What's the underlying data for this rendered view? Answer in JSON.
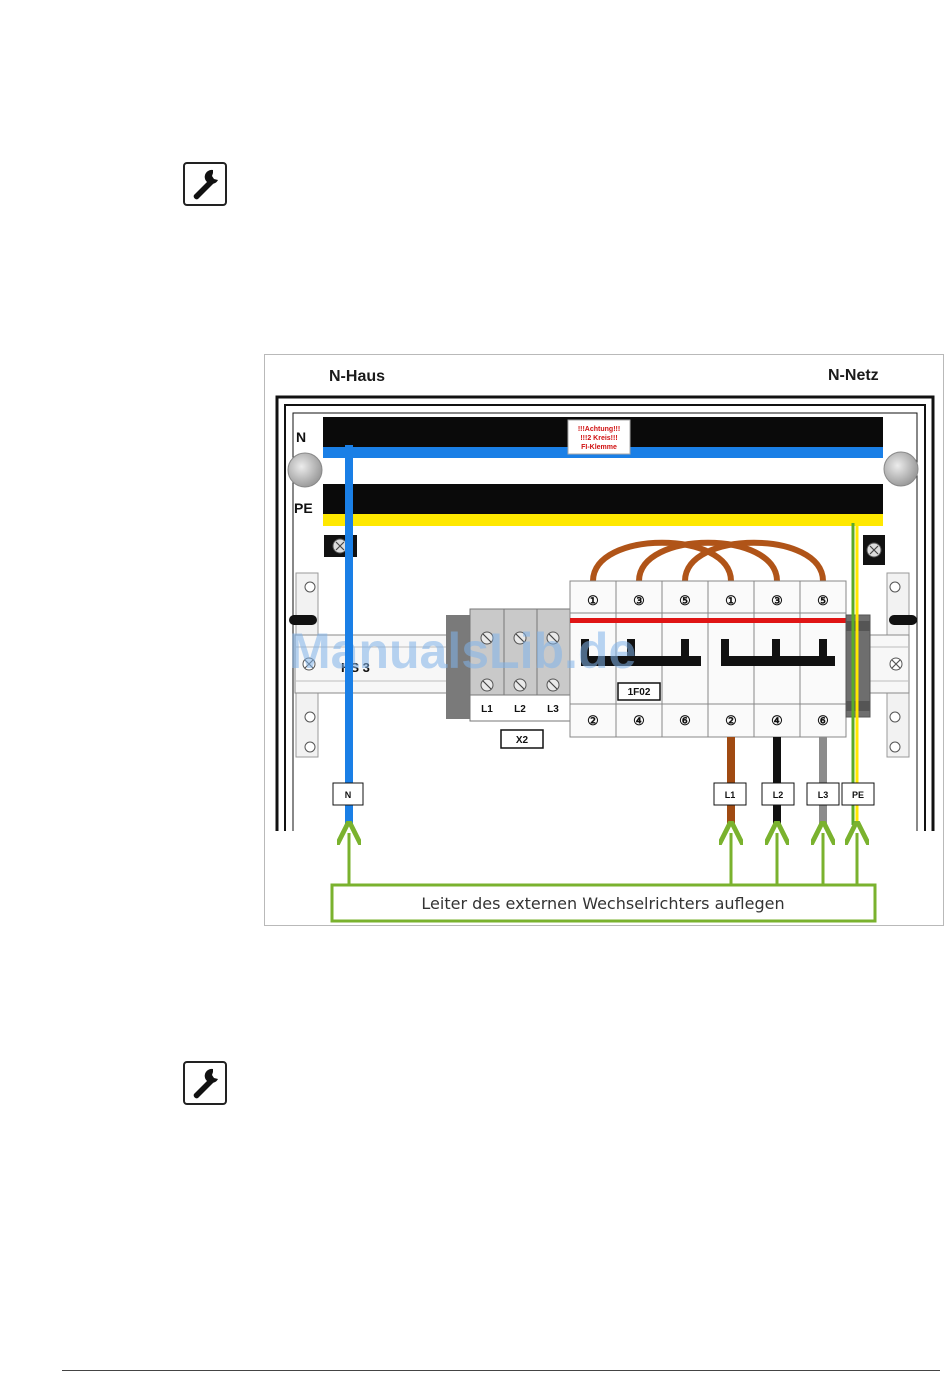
{
  "icons": {
    "top": "wrench-icon",
    "bottom": "wrench-icon"
  },
  "diagram": {
    "label_n_haus": "N-Haus",
    "label_n_netz": "N-Netz",
    "bar_n": "N",
    "bar_pe": "PE",
    "warning": {
      "line1": "!!!Achtung!!!",
      "line2": "!!!2 Kreis!!!",
      "line3": "FI-Klemme"
    },
    "rail_label": "HS 3",
    "terminal_block": {
      "label": "X2",
      "phases": [
        "L1",
        "L2",
        "L3"
      ]
    },
    "breaker": {
      "label": "1F02",
      "top_numbers": [
        "①",
        "③",
        "⑤",
        "①",
        "③",
        "⑤"
      ],
      "bottom_numbers": [
        "②",
        "④",
        "⑥",
        "②",
        "④",
        "⑥"
      ]
    },
    "wire_tags": {
      "n": "N",
      "l1": "L1",
      "l2": "L2",
      "l3": "L3",
      "pe": "PE"
    },
    "instruction": "Leiter des externen Wechselrichters auflegen",
    "watermark": "ManualsLib.de"
  },
  "colors": {
    "neutral": "#1a7fe6",
    "pe_yellow": "#ffe800",
    "pe_green": "#5aaa2a",
    "phase_l1": "#a04a12",
    "phase_l2": "#111111",
    "phase_l3": "#8c8c8c",
    "arrow_green": "#7ab22e",
    "bridge_brown": "#b05418",
    "breaker_red": "#e01515",
    "warning_red": "#d01010"
  }
}
